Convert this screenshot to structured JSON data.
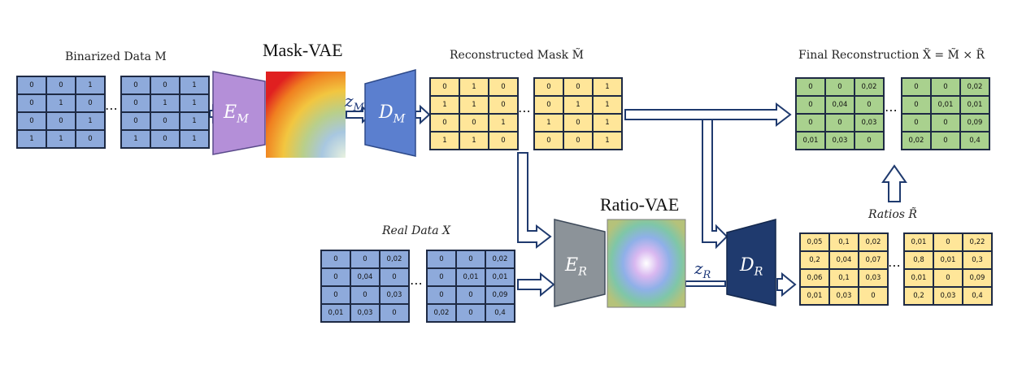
{
  "labels": {
    "binarized": "Binarized Data M",
    "mask_vae": "Mask-VAE",
    "reconstructed_mask": "Reconstructed Mask M̃",
    "final_reconstruction": "Final Reconstruction X̃ = M̃ × R̃",
    "real_data": "Real Data X",
    "ratio_vae": "Ratio-VAE",
    "ratios": "Ratios R̃",
    "ellipsis": "⋯"
  },
  "blocks": {
    "encoder_mask": "E_M",
    "decoder_mask": "D_M",
    "latent_mask": "z_M",
    "encoder_ratio": "E_R",
    "decoder_ratio": "D_R",
    "latent_ratio": "z_R"
  },
  "colors": {
    "matrix_blue": "#8eaadb",
    "matrix_yellow": "#ffe699",
    "matrix_green": "#a9d18e",
    "encoder_mask": "#b48fd8",
    "decoder_mask": "#5b7fcf",
    "encoder_ratio": "#8c9399",
    "decoder_ratio": "#1f3a6e",
    "arrow": "#1f3a6e"
  },
  "matrices": {
    "binarized_1": [
      [
        "0",
        "0",
        "1"
      ],
      [
        "0",
        "1",
        "0"
      ],
      [
        "0",
        "0",
        "1"
      ],
      [
        "1",
        "1",
        "0"
      ]
    ],
    "binarized_2": [
      [
        "0",
        "0",
        "1"
      ],
      [
        "0",
        "1",
        "1"
      ],
      [
        "0",
        "0",
        "1"
      ],
      [
        "1",
        "0",
        "1"
      ]
    ],
    "recon_mask_1": [
      [
        "0",
        "1",
        "0"
      ],
      [
        "1",
        "1",
        "0"
      ],
      [
        "0",
        "0",
        "1"
      ],
      [
        "1",
        "1",
        "0"
      ]
    ],
    "recon_mask_2": [
      [
        "0",
        "0",
        "1"
      ],
      [
        "0",
        "1",
        "1"
      ],
      [
        "1",
        "0",
        "1"
      ],
      [
        "0",
        "0",
        "1"
      ]
    ],
    "final_1": [
      [
        "0",
        "0",
        "0,02"
      ],
      [
        "0",
        "0,04",
        "0"
      ],
      [
        "0",
        "0",
        "0,03"
      ],
      [
        "0,01",
        "0,03",
        "0"
      ]
    ],
    "final_2": [
      [
        "0",
        "0",
        "0,02"
      ],
      [
        "0",
        "0,01",
        "0,01"
      ],
      [
        "0",
        "0",
        "0,09"
      ],
      [
        "0,02",
        "0",
        "0,4"
      ]
    ],
    "real_1": [
      [
        "0",
        "0",
        "0,02"
      ],
      [
        "0",
        "0,04",
        "0"
      ],
      [
        "0",
        "0",
        "0,03"
      ],
      [
        "0,01",
        "0,03",
        "0"
      ]
    ],
    "real_2": [
      [
        "0",
        "0",
        "0,02"
      ],
      [
        "0",
        "0,01",
        "0,01"
      ],
      [
        "0",
        "0",
        "0,09"
      ],
      [
        "0,02",
        "0",
        "0,4"
      ]
    ],
    "ratios_1": [
      [
        "0,05",
        "0,1",
        "0,02"
      ],
      [
        "0,2",
        "0,04",
        "0,07"
      ],
      [
        "0,06",
        "0,1",
        "0,03"
      ],
      [
        "0,01",
        "0,03",
        "0"
      ]
    ],
    "ratios_2": [
      [
        "0,01",
        "0",
        "0,22"
      ],
      [
        "0,8",
        "0,01",
        "0,3"
      ],
      [
        "0,01",
        "0",
        "0,09"
      ],
      [
        "0,2",
        "0,03",
        "0,4"
      ]
    ]
  }
}
